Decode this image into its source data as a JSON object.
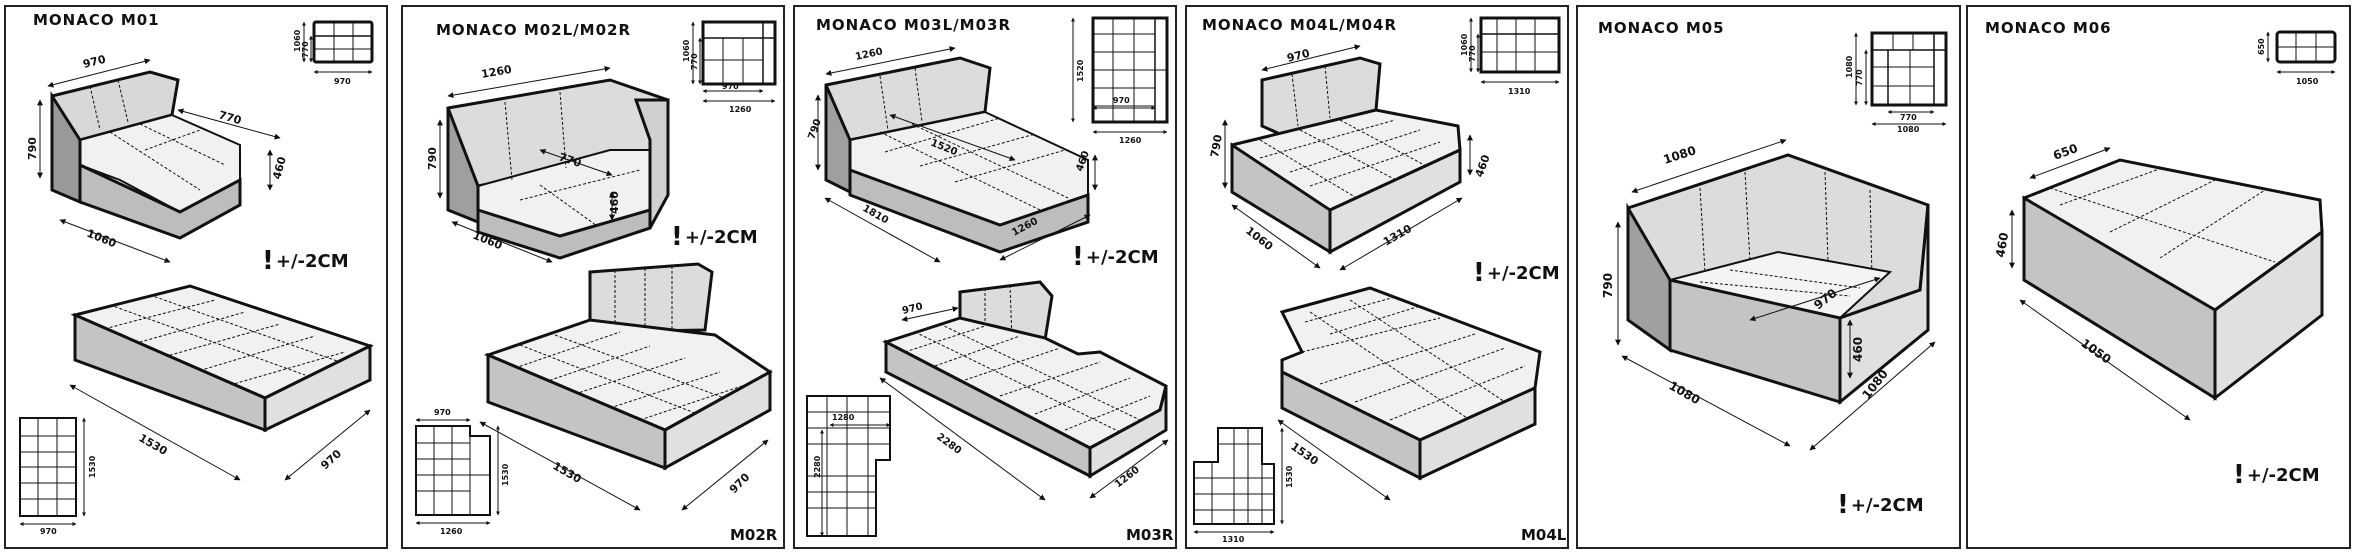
{
  "panels": [
    {
      "title": "MONACO  M01",
      "tolerance": "+/-2CM",
      "code": "",
      "plan_dims": {
        "depth": "1060",
        "seat_depth": "770",
        "width": "970"
      },
      "view_dims": {
        "back": "970",
        "arm": "770",
        "height": "790",
        "seat": "460",
        "depth": "1060"
      },
      "combo_dims": {
        "length": "1530",
        "width": "970"
      },
      "combo_plan_dims": {
        "width": "970",
        "length": "1530"
      }
    },
    {
      "title": "MONACO  M02L/M02R",
      "tolerance": "+/-2CM",
      "code": "M02R",
      "plan_dims": {
        "depth": "1060",
        "seat_depth": "770",
        "inner": "970",
        "width": "1260"
      },
      "view_dims": {
        "back": "1260",
        "height": "790",
        "seat_depth": "770",
        "seat": "460",
        "depth": "1060"
      },
      "combo_dims": {
        "length": "1530",
        "width": "970"
      },
      "combo_plan_dims": {
        "top": "970",
        "length": "1530",
        "width": "1260"
      }
    },
    {
      "title": "MONACO  M03L/M03R",
      "tolerance": "+/-2CM",
      "code": "M03R",
      "plan_dims": {
        "depth": "1520",
        "inner": "970",
        "width": "1260"
      },
      "view_dims": {
        "back": "1260",
        "height": "790",
        "seat_depth": "1520",
        "length": "1810",
        "width": "1260",
        "seat": "460"
      },
      "combo_dims": {
        "back": "970",
        "length": "2280",
        "width": "1260"
      },
      "combo_plan_dims": {
        "top": "1280",
        "length": "2280"
      }
    },
    {
      "title": "MONACO  M04L/M04R",
      "tolerance": "+/-2CM",
      "code": "M04L",
      "plan_dims": {
        "depth": "1060",
        "seat_depth": "770",
        "width": "1310"
      },
      "view_dims": {
        "back": "970",
        "height": "790",
        "depth": "1060",
        "width": "1310",
        "seat": "460"
      },
      "combo_dims": {
        "length": "1530"
      },
      "combo_plan_dims": {
        "length": "1530",
        "width": "1310"
      }
    },
    {
      "title": "MONACO  M05",
      "tolerance": "+/-2CM",
      "code": "",
      "plan_dims": {
        "depth": "1080",
        "seat_depth": "770",
        "inner": "770",
        "width": "1080"
      },
      "view_dims": {
        "back": "1080",
        "height": "790",
        "inner": "970",
        "seat": "460",
        "left": "1080",
        "right": "1080"
      }
    },
    {
      "title": "MONACO  M06",
      "tolerance": "+/-2CM",
      "code": "",
      "plan_dims": {
        "depth": "650",
        "width": "1050"
      },
      "view_dims": {
        "depth": "650",
        "height": "460",
        "width": "1050"
      }
    }
  ]
}
